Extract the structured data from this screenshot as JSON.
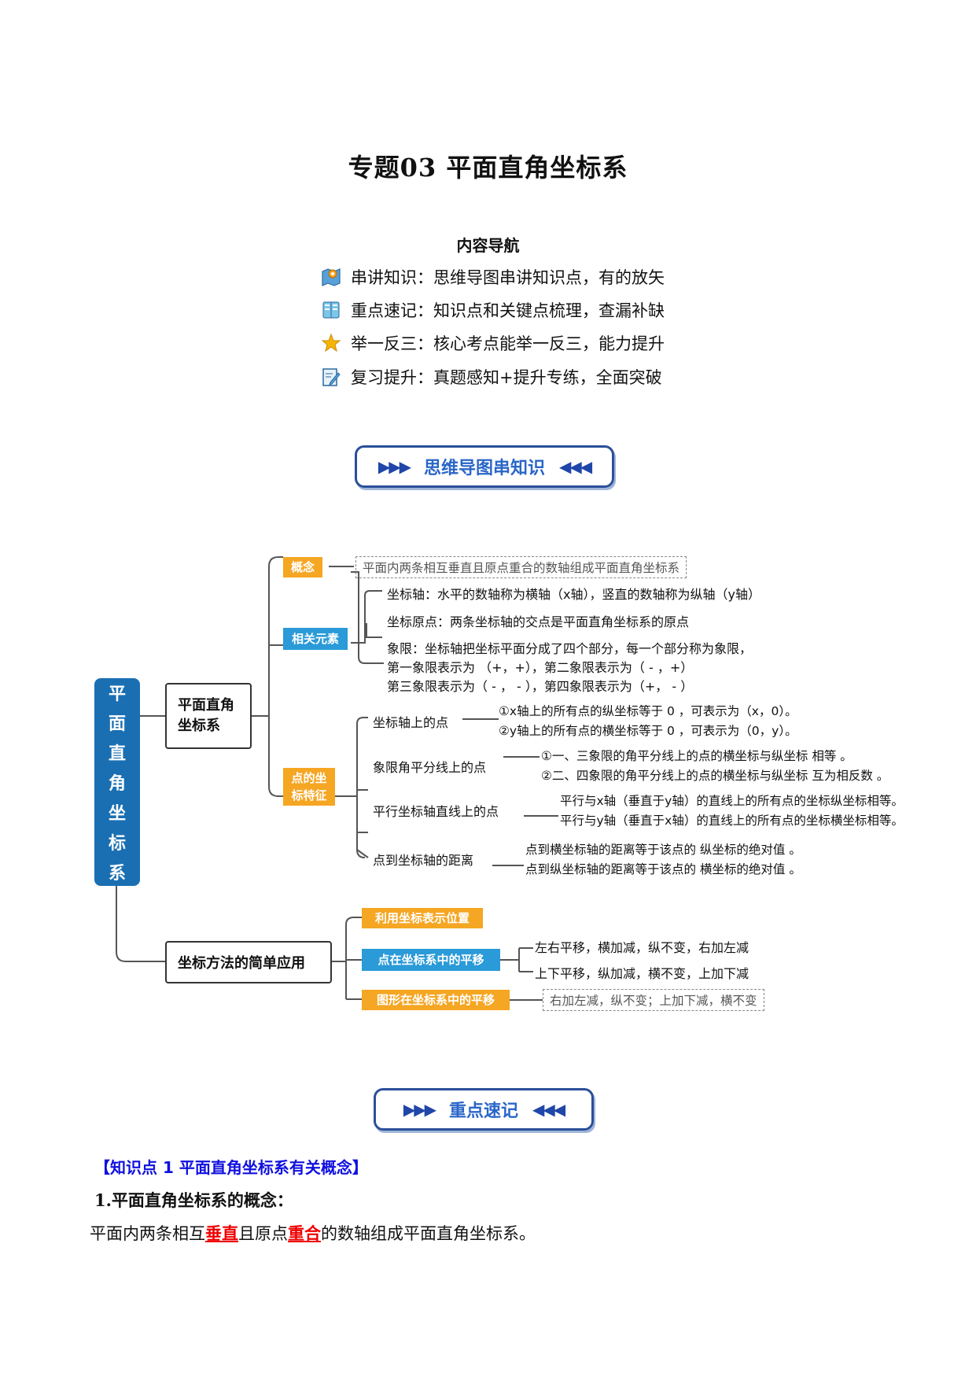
{
  "header": {
    "title": "专题03  平面直角坐标系"
  },
  "nav": {
    "title": "内容导航",
    "items": [
      {
        "icon": "map-pin-icon",
        "label": "串讲知识：思维导图串讲知识点，有的放矢"
      },
      {
        "icon": "book-icon",
        "label": "重点速记：知识点和关键点梳理，查漏补缺"
      },
      {
        "icon": "star-icon",
        "label": "举一反三：核心考点能举一反三，能力提升"
      },
      {
        "icon": "edit-icon",
        "label": "复习提升：真题感知+提升专练，全面突破"
      }
    ]
  },
  "banner1": {
    "arrows_left": "▶▶▶",
    "label": "思维导图串知识",
    "arrows_right": "◀◀◀"
  },
  "mindmap": {
    "root": [
      "平",
      "面",
      "直",
      "角",
      "坐",
      "标",
      "系"
    ],
    "branch1": "平面直角坐标系",
    "branch2": "坐标方法的简单应用",
    "concept": {
      "tag": "概念",
      "text": "平面内两条相互垂直且原点重合的数轴组成平面直角坐标系"
    },
    "elements": {
      "tag": "相关元素",
      "items": [
        "坐标轴：水平的数轴称为横轴（x轴），竖直的数轴称为纵轴（y轴）",
        "坐标原点：两条坐标轴的交点是平面直角坐标系的原点",
        "象限：坐标轴把坐标平面分成了四个部分，每一个部分称为象限，",
        "第一象限表示为 （+，+），第二象限表示为（ - ，+）",
        "第三象限表示为（ - ， - ），第四象限表示为（+， - ）"
      ]
    },
    "features": {
      "tag": "点的坐标特征",
      "groups": [
        {
          "label": "坐标轴上的点",
          "lines": [
            "①x轴上的所有点的纵坐标等于 0 ，可表示为（x，0）。",
            "②y轴上的所有点的横坐标等于 0 ，可表示为（0，y）。"
          ]
        },
        {
          "label": "象限角平分线上的点",
          "lines": [
            "①一、三象限的角平分线上的点的横坐标与纵坐标 相等 。",
            "②二、四象限的角平分线上的点的横坐标与纵坐标 互为相反数 。"
          ]
        },
        {
          "label": "平行坐标轴直线上的点",
          "lines": [
            "平行与x轴（垂直于y轴）的直线上的所有点的坐标纵坐标相等。",
            "平行与y轴（垂直于x轴）的直线上的所有点的坐标横坐标相等。"
          ]
        },
        {
          "label": "点到坐标轴的距离",
          "lines": [
            "点到横坐标轴的距离等于该点的 纵坐标的绝对值 。",
            "点到纵坐标轴的距离等于该点的 横坐标的绝对值 。"
          ]
        }
      ]
    },
    "app": {
      "tag1": "利用坐标表示位置",
      "tag2": "点在坐标系中的平移",
      "tag2_lines": [
        "左右平移，横加减，纵不变，右加左减",
        "上下平移，纵加减，横不变，上加下减"
      ],
      "tag3": "图形在坐标系中的平移",
      "tag3_text": "右加左减，纵不变；上加下减，横不变"
    }
  },
  "banner2": {
    "arrows_left": "▶▶▶",
    "label": "重点速记",
    "arrows_right": "◀◀◀"
  },
  "knowledge": {
    "title": "【知识点 1  平面直角坐标系有关概念】",
    "subtitle": "1.平面直角坐标系的概念：",
    "text_a": "平面内两条相互",
    "em1": "垂直",
    "text_b": "且原点",
    "em2": "重合",
    "text_c": "的数轴组成平面直角坐标系。"
  },
  "colors": {
    "orange_tag": "#f5a623",
    "blue_tag": "#2a9ad8",
    "root_blue": "#1a6fb3",
    "banner_blue": "#2a66c8",
    "kp_blue": "#1010e0",
    "emphasis_red": "#e00000"
  }
}
